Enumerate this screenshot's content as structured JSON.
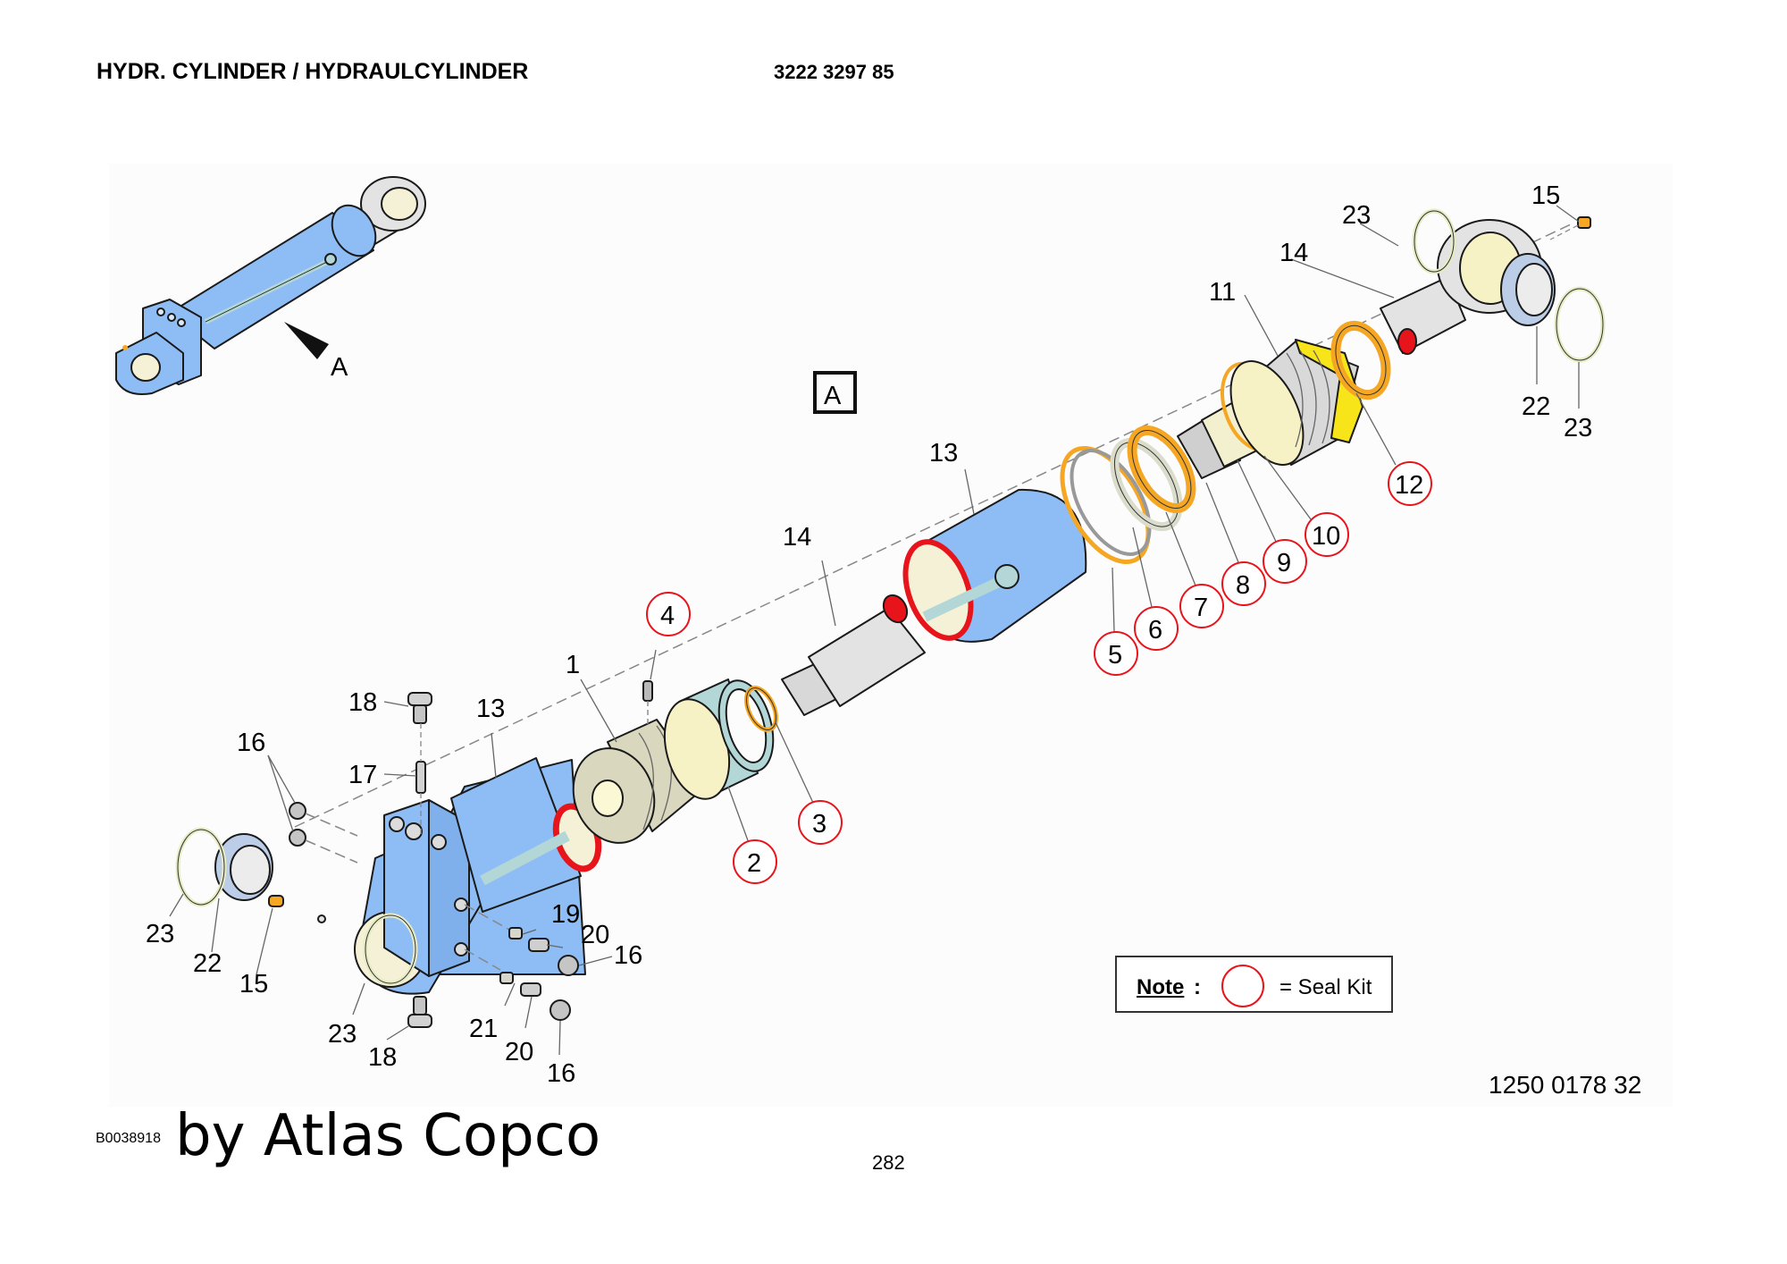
{
  "header": {
    "title": "HYDR. CYLINDER / HYDRAULCYLINDER",
    "part_number": "3222 3297 85"
  },
  "overview": {
    "view_label": "A"
  },
  "section_label": "A",
  "colors": {
    "cylinder_blue": "#8ebdf5",
    "seal_ring_red": "#e8141b",
    "seal_orange": "#f5a623",
    "guide_yellow": "#f7e51a",
    "bushing_cream": "#f3f0cf",
    "metal_grey": "#dcdcdc",
    "piston_tan": "#d9d7bd",
    "band_teal": "#b3d6d6",
    "bearing_blue": "#bccde8",
    "circlip": "#e6ebc4"
  },
  "callouts": {
    "plain": [
      {
        "id": "c1",
        "label": "1"
      },
      {
        "id": "c11",
        "label": "11"
      },
      {
        "id": "c13a",
        "label": "13"
      },
      {
        "id": "c13b",
        "label": "13"
      },
      {
        "id": "c14a",
        "label": "14"
      },
      {
        "id": "c14b",
        "label": "14"
      },
      {
        "id": "c15a",
        "label": "15"
      },
      {
        "id": "c15b",
        "label": "15"
      },
      {
        "id": "c16a",
        "label": "16"
      },
      {
        "id": "c16b",
        "label": "16"
      },
      {
        "id": "c16c",
        "label": "16"
      },
      {
        "id": "c17",
        "label": "17"
      },
      {
        "id": "c18a",
        "label": "18"
      },
      {
        "id": "c18b",
        "label": "18"
      },
      {
        "id": "c19",
        "label": "19"
      },
      {
        "id": "c20a",
        "label": "20"
      },
      {
        "id": "c20b",
        "label": "20"
      },
      {
        "id": "c21",
        "label": "21"
      },
      {
        "id": "c22a",
        "label": "22"
      },
      {
        "id": "c22b",
        "label": "22"
      },
      {
        "id": "c23a",
        "label": "23"
      },
      {
        "id": "c23b",
        "label": "23"
      },
      {
        "id": "c23c",
        "label": "23"
      },
      {
        "id": "c23d",
        "label": "23"
      }
    ],
    "seal_kit": [
      {
        "id": "s2",
        "label": "2"
      },
      {
        "id": "s3",
        "label": "3"
      },
      {
        "id": "s4",
        "label": "4"
      },
      {
        "id": "s5",
        "label": "5"
      },
      {
        "id": "s6",
        "label": "6"
      },
      {
        "id": "s7",
        "label": "7"
      },
      {
        "id": "s8",
        "label": "8"
      },
      {
        "id": "s9",
        "label": "9"
      },
      {
        "id": "s10",
        "label": "10"
      },
      {
        "id": "s12",
        "label": "12"
      }
    ]
  },
  "note": {
    "label": "Note",
    "colon": ":",
    "text": "= Seal Kit"
  },
  "footer": {
    "drawing_number": "1250 0178 32",
    "image_code": "B0038918",
    "brand": "by Atlas Copco",
    "page_number": "282"
  }
}
